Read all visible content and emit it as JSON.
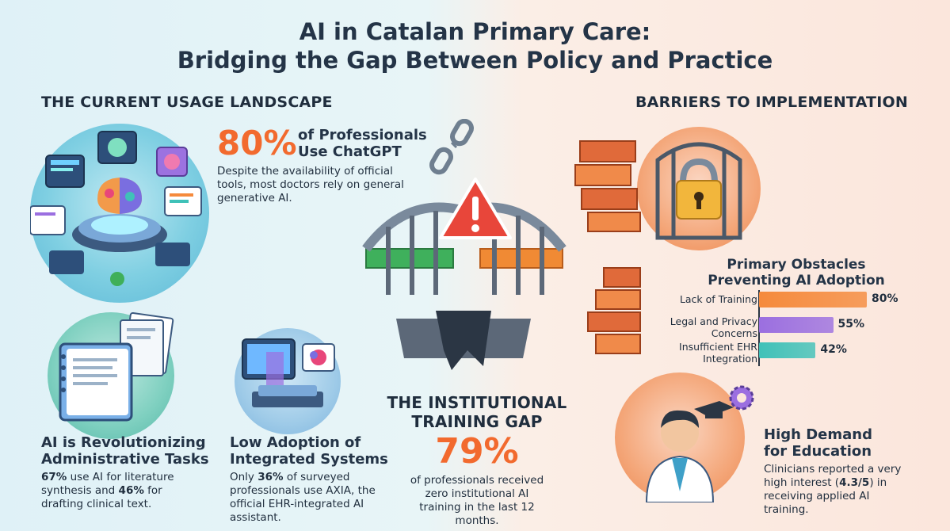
{
  "title": {
    "line1": "AI in Catalan Primary Care:",
    "line2": "Bridging the Gap Between Policy and Practice"
  },
  "left": {
    "heading": "THE CURRENT USAGE LANDSCAPE",
    "chatgpt": {
      "pct": "80%",
      "label_line1": "of Professionals",
      "label_line2": "Use ChatGPT",
      "body": "Despite the availability of official tools, most doctors rely on general generative AI."
    },
    "admin": {
      "heading_line1": "AI is Revolutionizing",
      "heading_line2": "Administrative Tasks",
      "pct1": "67%",
      "text1": " use AI for literature synthesis and ",
      "pct2": "46%",
      "text2": " for drafting clinical text."
    },
    "integrated": {
      "heading_line1": "Low Adoption of",
      "heading_line2": "Integrated Systems",
      "text1": "Only ",
      "pct": "36%",
      "text2": " of surveyed professionals use AXIA, the official EHR-integrated AI assistant."
    }
  },
  "center": {
    "heading_line1": "THE INSTITUTIONAL",
    "heading_line2": "TRAINING GAP",
    "pct": "79%",
    "body": "of professionals received zero institutional AI training in the last 12 months."
  },
  "right": {
    "heading": "BARRIERS TO IMPLEMENTATION",
    "chart_heading_line1": "Primary Obstacles",
    "chart_heading_line2": "Preventing AI Adoption",
    "education": {
      "heading_line1": "High Demand",
      "heading_line2": "for Education",
      "text1": "Clinicians reported a very high interest (",
      "score": "4.3/5",
      "text2": ") in receiving applied AI training."
    }
  },
  "chart_data": {
    "type": "bar",
    "orientation": "horizontal",
    "title": "Primary Obstacles Preventing AI Adoption",
    "categories": [
      "Lack of Training",
      "Legal and Privacy Concerns",
      "Insufficient EHR Integration"
    ],
    "values": [
      80,
      55,
      42
    ],
    "value_labels": [
      "80%",
      "55%",
      "42%"
    ],
    "xlim": [
      0,
      100
    ],
    "colors": [
      "#f58a3c",
      "#9b6fe0",
      "#3fc1b8"
    ]
  },
  "colors": {
    "accent_orange": "#f26a2e",
    "text_dark": "#243447"
  },
  "icons": [
    "ai-brain-hub-icon",
    "broken-chain-icon",
    "warning-triangle-icon",
    "broken-bridge-icon",
    "brick-wall-icon",
    "padlock-gate-icon",
    "notebook-icon",
    "integrated-chip-icon",
    "doctor-graduation-icon",
    "gear-icon"
  ]
}
